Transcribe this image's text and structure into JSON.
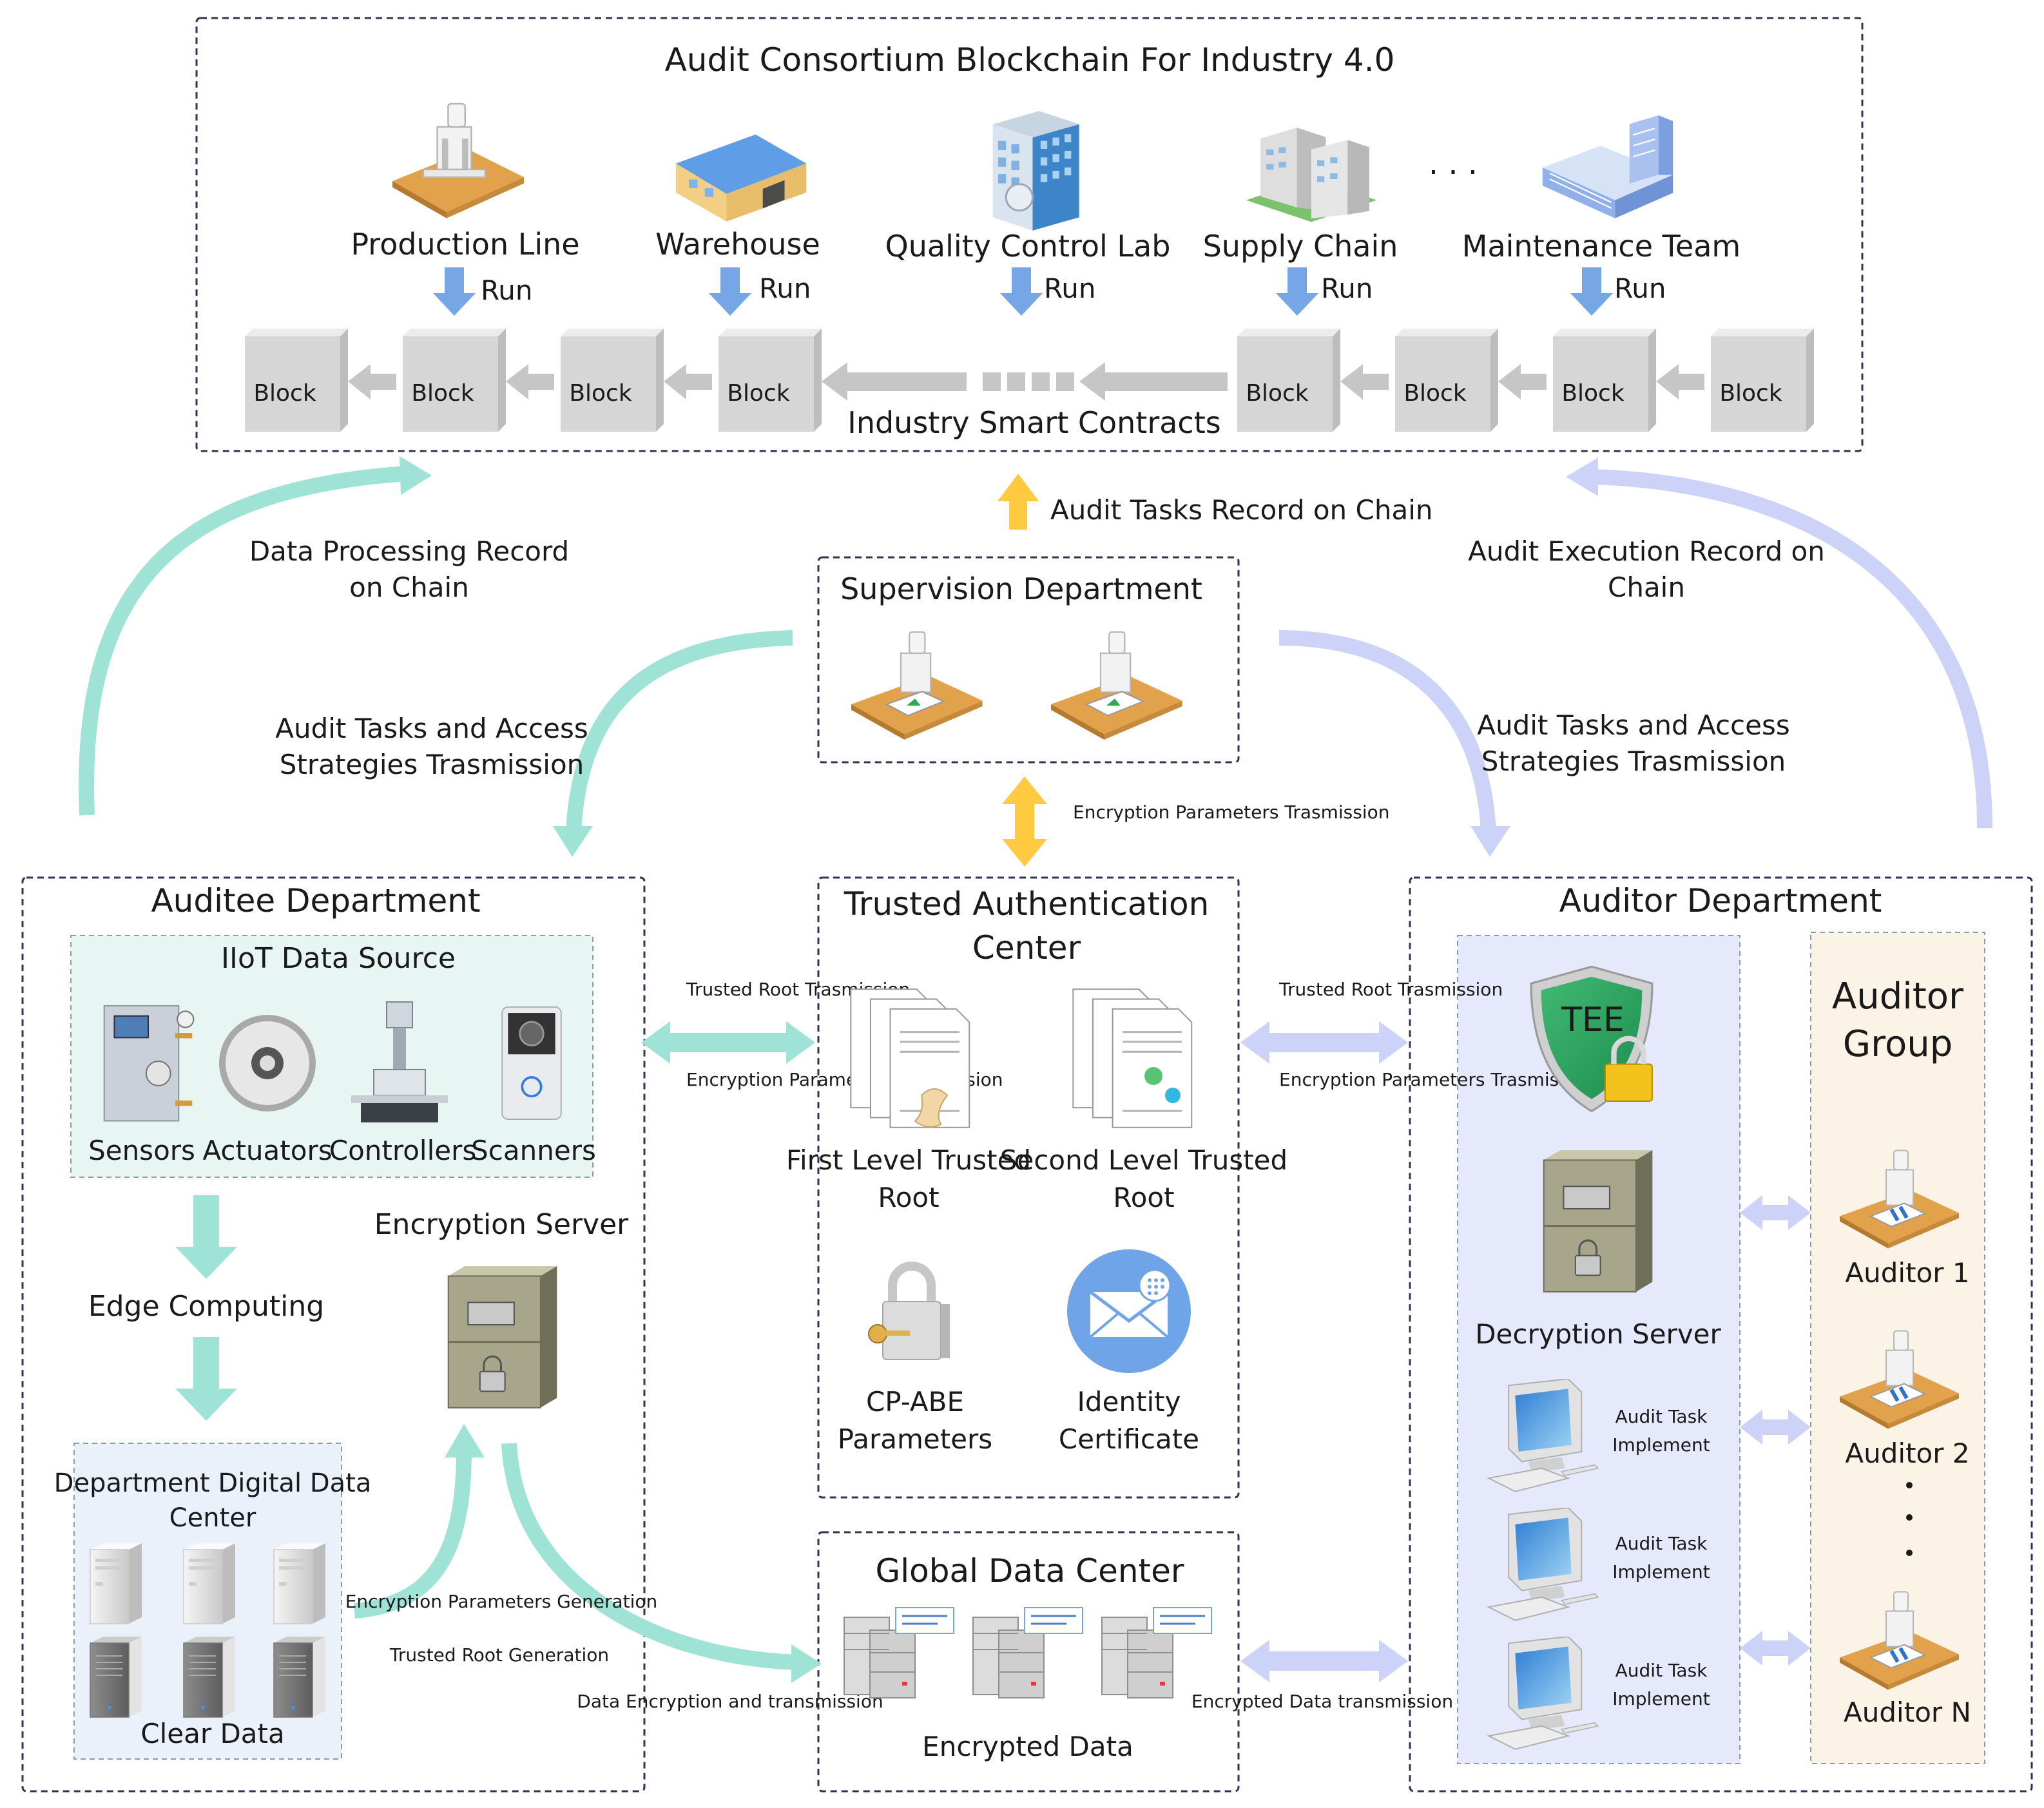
{
  "colors": {
    "teal": "#9fe3d6",
    "lavender": "#cdd3f8",
    "arrow_blue": "#76a6e6",
    "arrow_orange": "#ffc940",
    "gray_arrow": "#c6c6c6",
    "box_border": "#2f3252"
  },
  "blockchain": {
    "title": "Audit  Consortium Blockchain For Industry 4.0",
    "nodes": [
      {
        "name": "Production Line",
        "icon": "worker-desk-icon",
        "run": "Run"
      },
      {
        "name": "Warehouse",
        "icon": "warehouse-icon",
        "run": "Run"
      },
      {
        "name": "Quality Control Lab",
        "icon": "office-building-icon",
        "run": "Run"
      },
      {
        "name": "Supply Chain",
        "icon": "city-buildings-icon",
        "run": "Run"
      },
      {
        "name": "Maintenance Team",
        "icon": "blue-building-icon",
        "run": "Run"
      }
    ],
    "ellipsis": ". . .",
    "block_label": "Block",
    "contracts_label": "Industry Smart Contracts"
  },
  "flows": {
    "data_processing": "Data Processing Record on Chain",
    "audit_tasks_record": "Audit Tasks Record on Chain",
    "audit_execution": "Audit Execution Record on Chain",
    "audit_tasks_left": "Audit Tasks and Access Strategies Trasmission",
    "audit_tasks_right": "Audit Tasks and Access Strategies Trasmission",
    "encryption_params_vertical": "Encryption Parameters Trasmission",
    "trusted_root_left": "Trusted Root Trasmission",
    "encryption_params_left": "Encryption Parameters Trasmission",
    "trusted_root_right": "Trusted Root Trasmission",
    "encryption_params_right": "Encryption Parameters Trasmission",
    "enc_params_generation": "Encryption Parameters Generation",
    "trusted_root_generation": "Trusted Root Generation",
    "data_enc_transmission": "Data Encryption and transmission",
    "encrypted_data_transmission": "Encrypted Data transmission"
  },
  "supervision": {
    "title": "Supervision Department"
  },
  "auditee": {
    "title": "Auditee Department",
    "iiot_title": "IIoT Data Source",
    "devices": [
      "Sensors",
      "Actuators",
      "Controllers",
      "Scanners"
    ],
    "edge_computing": "Edge Computing",
    "encryption_server": "Encryption Server",
    "ddc_title": "Department Digital Data Center",
    "clear_data": "Clear Data"
  },
  "tac": {
    "title": "Trusted Authentication Center",
    "first_root": "First Level Trusted Root",
    "second_root": "Second Level Trusted Root",
    "cpabe": "CP-ABE Parameters",
    "identity": "Identity Certificate"
  },
  "gdc": {
    "title": "Global Data Center",
    "encrypted_data": "Encrypted Data"
  },
  "auditor": {
    "title": "Auditor Department",
    "tee": "TEE",
    "decryption_server": "Decryption Server",
    "task_impl": "Audit Task Implement",
    "group_title": "Auditor Group",
    "auditors": [
      "Auditor 1",
      "Auditor 2",
      "Auditor N"
    ]
  }
}
